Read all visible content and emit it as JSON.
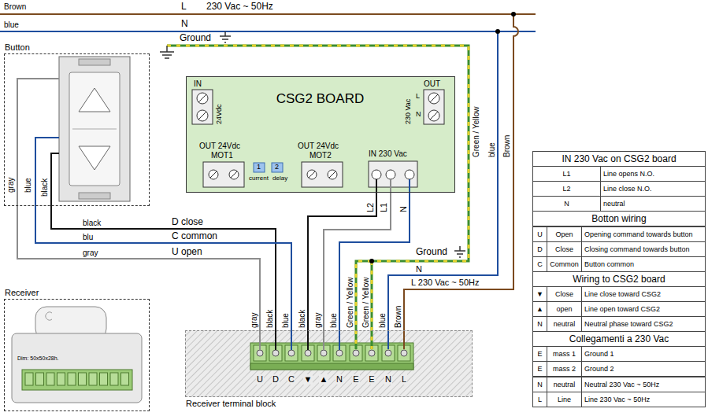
{
  "diagram": {
    "nodes": [
      {
        "text": [
          "Button"
        ]
      },
      {
        "text": [
          "CSG2 BOARD"
        ]
      },
      {
        "text": [
          "Receiver"
        ]
      },
      {
        "text": [
          "Receiver terminal block"
        ]
      }
    ],
    "edges": [
      {
        "from": 0,
        "to": 3,
        "arrow": "none",
        "label": "D close"
      },
      {
        "from": 0,
        "to": 3,
        "arrow": "none",
        "label": "C common"
      },
      {
        "from": 0,
        "to": 3,
        "arrow": "none",
        "label": "U open"
      },
      {
        "from": 1,
        "to": 3,
        "arrow": "none",
        "label": "L2"
      },
      {
        "from": 1,
        "to": 3,
        "arrow": "none",
        "label": "L1"
      },
      {
        "from": 1,
        "to": 3,
        "arrow": "none",
        "label": "N"
      }
    ],
    "labels": [
      "Brown",
      "blue",
      "L",
      "230 Vac ~ 50Hz",
      "N",
      "Ground",
      "IN",
      "24Vdc",
      "OUT",
      "230 Vac",
      "L",
      "N",
      "OUT 24Vdc",
      "MOT1",
      "1",
      "current",
      "2",
      "delay",
      "OUT 24Vdc",
      "MOT2",
      "IN 230 Vac",
      "Green / Yellow",
      "blue",
      "Brown",
      "gray",
      "blue",
      "black",
      "black",
      "blu",
      "gray",
      "Ground",
      "N",
      "L 230 Vac ~ 50Hz",
      "Dim: 50x50x28h.",
      "gray",
      "black",
      "blue",
      "black",
      "gray",
      "blue",
      "Green / Yellow",
      "Green / Yellow",
      "blue",
      "Brown",
      "U",
      "D",
      "C",
      "▼",
      "▲",
      "N",
      "E",
      "E",
      "N",
      "L",
      "IN 230 Vac on CSG2 board",
      "L1",
      "Line opens N.O.",
      "L2",
      "Line close N.O.",
      "N",
      "neutral",
      "Botton wiring",
      "U",
      "Open",
      "Opening command towards button",
      "D",
      "Close",
      "Closing command towards button",
      "C",
      "Common",
      "Button common",
      "Wiring to CSG2 board",
      "▼",
      "Close",
      "Line close toward CSG2",
      "▲",
      "open",
      "Line open toward CSG2",
      "N",
      "neutral",
      "Neutral phase toward CSG2",
      "Collegamenti a 230 Vac",
      "E",
      "mass 1",
      "Ground 1",
      "E",
      "mass 2",
      "Ground 2",
      "N",
      "neutral",
      "Neutral 230 Vac ~ 50Hz",
      "L",
      "Line",
      "Line 230 Vac ~ 50Hz"
    ]
  }
}
